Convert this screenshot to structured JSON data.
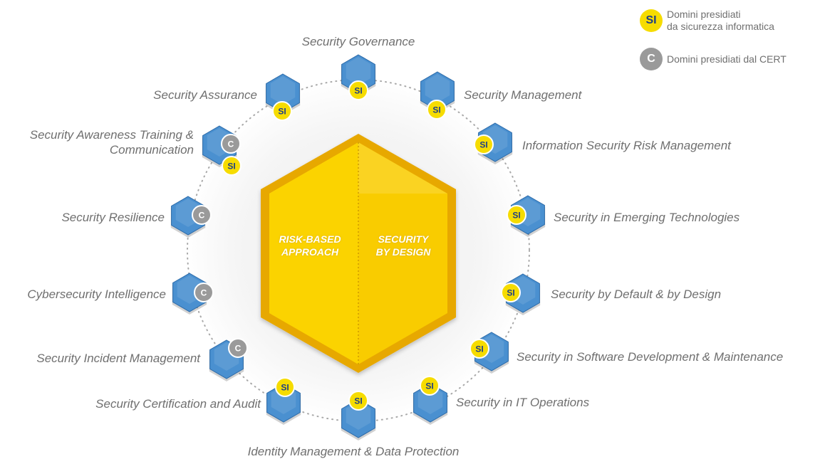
{
  "colors": {
    "hexagon_blue": "#4a90d0",
    "hexagon_blue_dark": "#2c6aa8",
    "center_yellow": "#f8c800",
    "si_badge": "#f6dc00",
    "si_text": "#1f3f86",
    "c_badge": "#9a9a9a"
  },
  "legend": {
    "si": {
      "badge": "SI",
      "text_line1": "Domini presidiati",
      "text_line2": "da sicurezza informatica"
    },
    "c": {
      "badge": "C",
      "text": "Domini presidiati dal CERT"
    }
  },
  "center": {
    "left_line1": "RISK-BASED",
    "left_line2": "APPROACH",
    "right_line1": "SECURITY",
    "right_line2": "BY DESIGN"
  },
  "domains": [
    {
      "label": "Security Governance",
      "badges": [
        "SI"
      ]
    },
    {
      "label": "Security Management",
      "badges": [
        "SI"
      ]
    },
    {
      "label": "Information Security Risk Management",
      "badges": [
        "SI"
      ]
    },
    {
      "label": "Security in Emerging Technologies",
      "badges": [
        "SI"
      ]
    },
    {
      "label": "Security by Default & by Design",
      "badges": [
        "SI"
      ]
    },
    {
      "label": "Security in Software Development & Maintenance",
      "badges": [
        "SI"
      ]
    },
    {
      "label": "Security in IT Operations",
      "badges": [
        "SI"
      ]
    },
    {
      "label": "Identity Management & Data Protection",
      "badges": [
        "SI"
      ]
    },
    {
      "label": "Security Certification and Audit",
      "badges": [
        "SI"
      ]
    },
    {
      "label": "Security Incident Management",
      "badges": [
        "C"
      ]
    },
    {
      "label": "Cybersecurity Intelligence",
      "badges": [
        "C"
      ]
    },
    {
      "label": "Security Resilience",
      "badges": [
        "C"
      ]
    },
    {
      "label_line1": "Security Awareness Training &",
      "label_line2": "Communication",
      "badges": [
        "C",
        "SI"
      ]
    },
    {
      "label": "Security Assurance",
      "badges": [
        "SI"
      ]
    }
  ]
}
